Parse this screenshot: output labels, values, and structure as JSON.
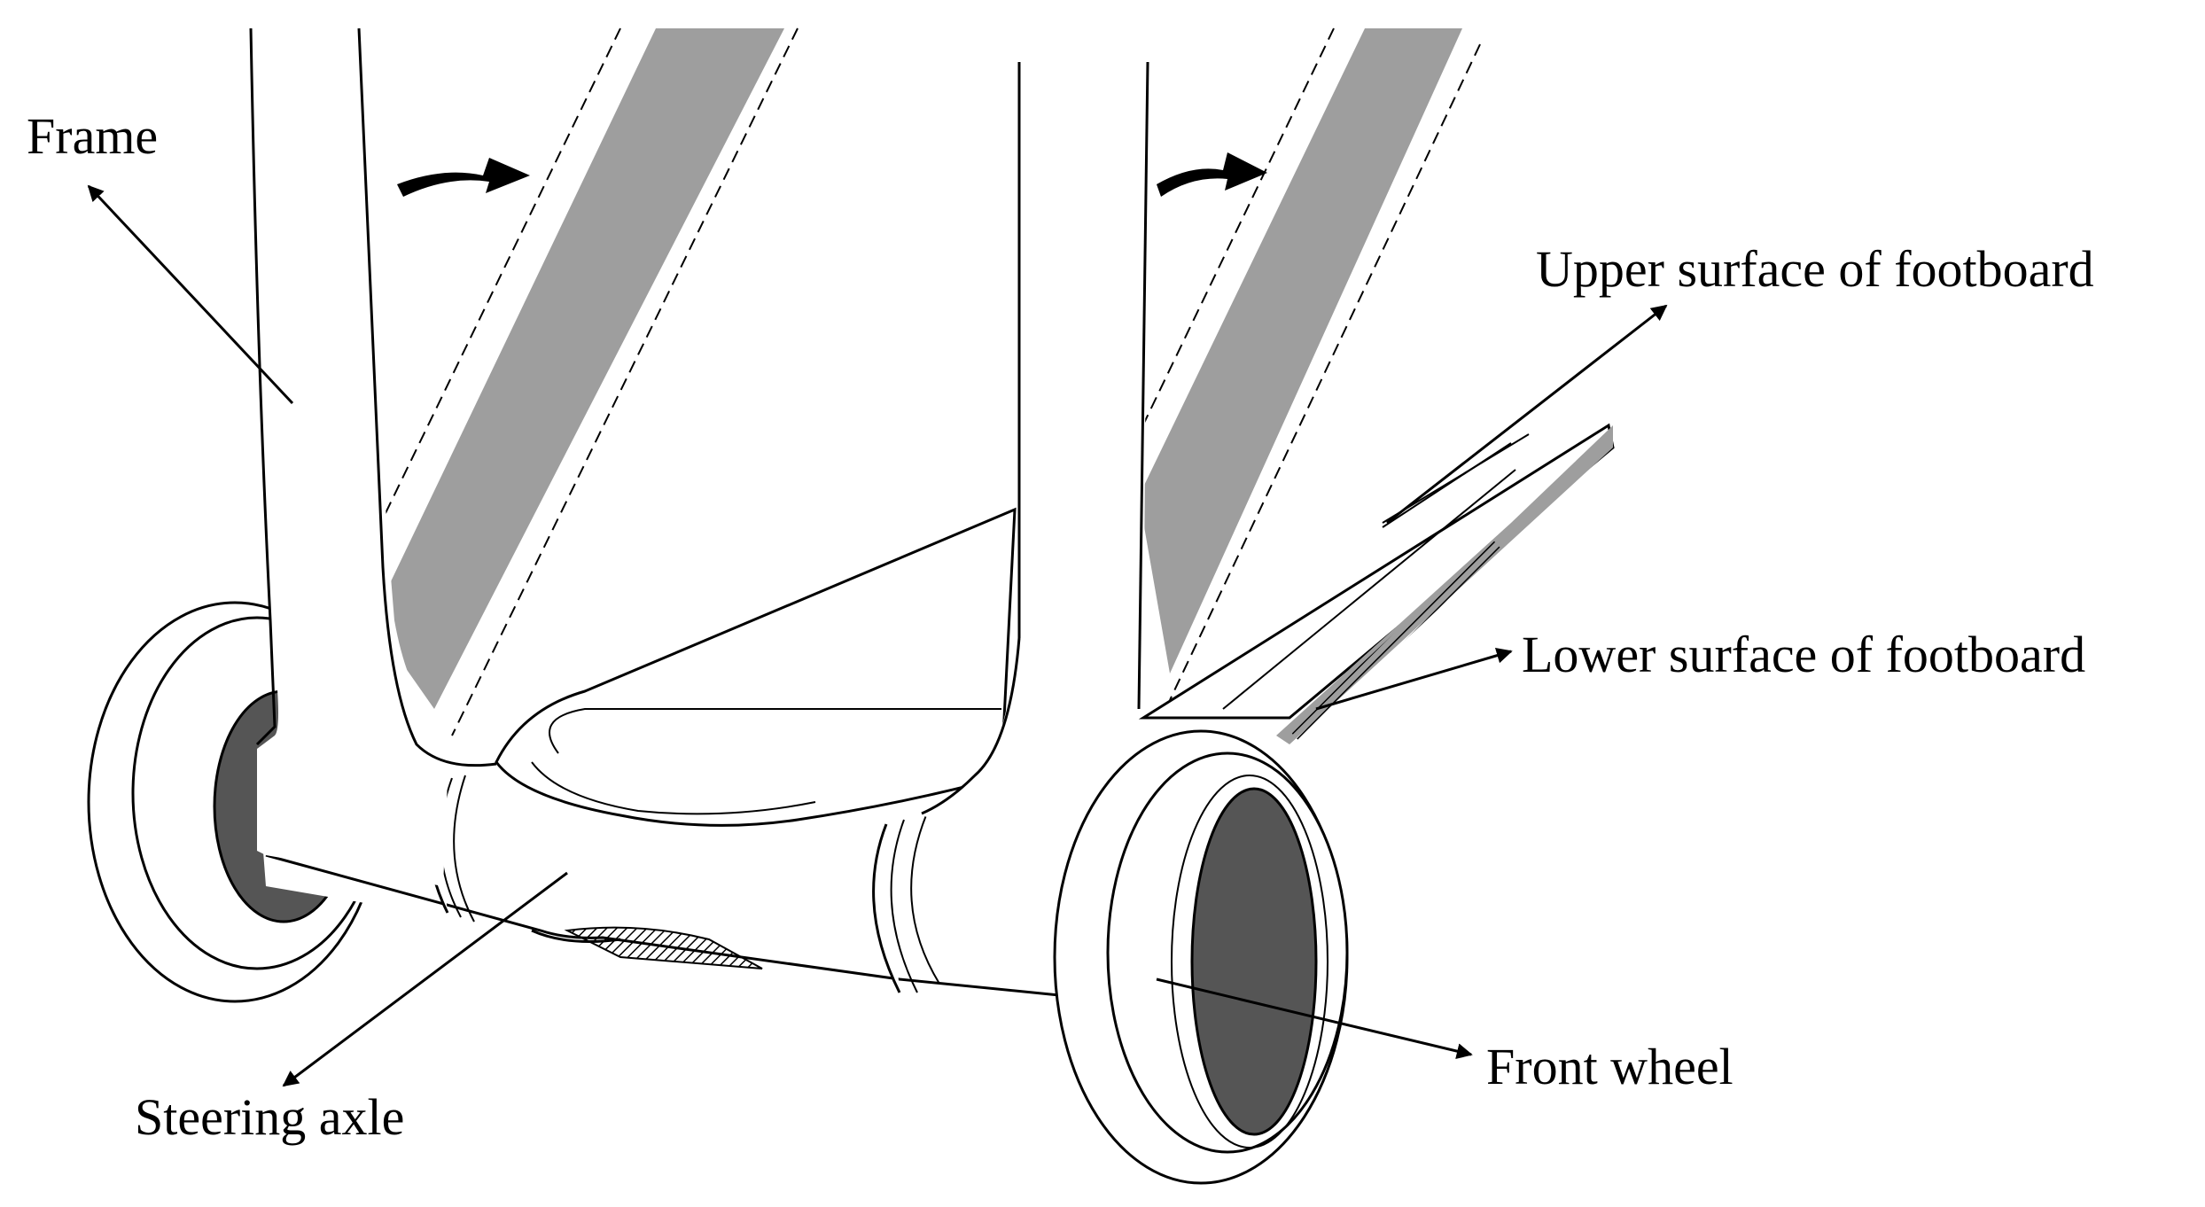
{
  "labels": {
    "frame": "Frame",
    "upper_surface": "Upper surface of footboard",
    "lower_surface": "Lower surface of footboard",
    "front_wheel": "Front wheel",
    "steering_axle": "Steering axle"
  },
  "colors": {
    "ink": "#000000",
    "band_gray": "#9e9e9e",
    "hub_gray": "#555555",
    "background": "#ffffff"
  },
  "icons": {
    "rotation_arrow": "curved-arrow-right"
  }
}
